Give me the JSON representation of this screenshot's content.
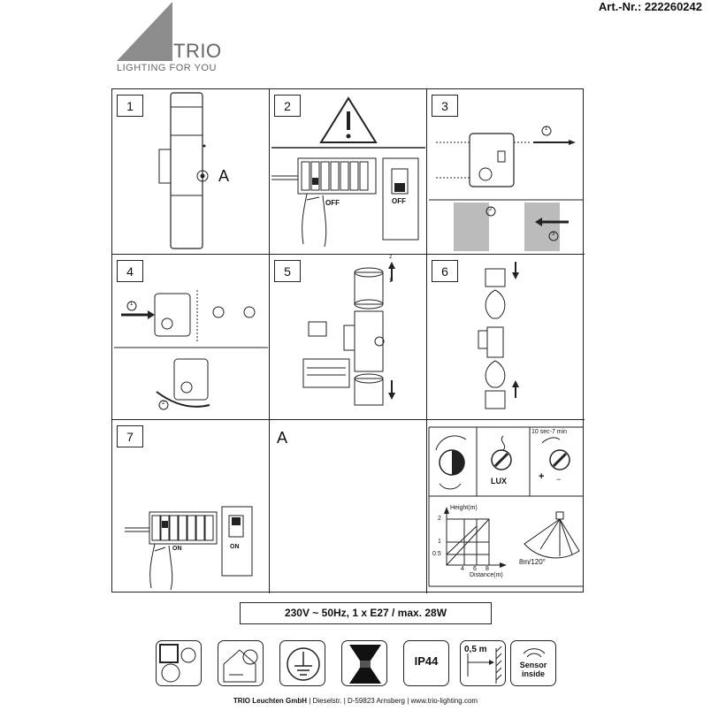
{
  "header": {
    "article_number": "Art.-Nr.: 222260242",
    "brand": "TRIO",
    "tagline": "LIGHTING FOR YOU"
  },
  "steps": [
    {
      "number": "1",
      "letter": "A"
    },
    {
      "number": "2",
      "off_label_left": "OFF",
      "off_label_right": "OFF"
    },
    {
      "number": "3",
      "marks": [
        "1",
        "2",
        "3"
      ]
    },
    {
      "number": "4",
      "marks": [
        "1",
        "2"
      ]
    },
    {
      "number": "5",
      "marks": [
        "1",
        "2"
      ]
    },
    {
      "number": "6"
    },
    {
      "number": "7",
      "on_label_left": "ON",
      "on_label_right": "ON"
    }
  ],
  "sensor_panel": {
    "letter": "A",
    "lux_label": "LUX",
    "time_range": "10 sec-7 min",
    "plus": "+",
    "minus": "−",
    "height_label": "Height(m)",
    "distance_label": "Distance(m)",
    "y_ticks": [
      "2",
      "1",
      "0.5"
    ],
    "x_ticks": [
      "4",
      "6",
      "8"
    ],
    "range_label": "8m/120°"
  },
  "spec": "230V ~ 50Hz, 1 x E27 / max. 28W",
  "icons": [
    {
      "name": "protection-class-icon"
    },
    {
      "name": "bulb-house-icon"
    },
    {
      "name": "earth-ground-icon"
    },
    {
      "name": "up-down-light-icon"
    },
    {
      "name": "ip-rating-icon",
      "label": "IP44"
    },
    {
      "name": "min-distance-icon",
      "label": "0,5 m"
    },
    {
      "name": "sensor-inside-icon",
      "label_line1": "Sensor",
      "label_line2": "inside"
    }
  ],
  "footer": {
    "company": "TRIO Leuchten GmbH",
    "street": "Dieselstr.",
    "city": "D-59823 Arnsberg",
    "web": "www.trio-lighting.com",
    "sep": "|"
  }
}
